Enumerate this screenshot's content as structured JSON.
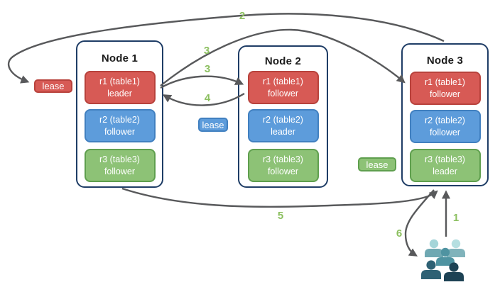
{
  "nodes": [
    {
      "title": "Node 1",
      "replicas": [
        {
          "label": "r1 (table1)",
          "role": "leader",
          "color": "red"
        },
        {
          "label": "r2 (table2)",
          "role": "follower",
          "color": "blue"
        },
        {
          "label": "r3 (table3)",
          "role": "follower",
          "color": "green"
        }
      ]
    },
    {
      "title": "Node 2",
      "replicas": [
        {
          "label": "r1 (table1)",
          "role": "follower",
          "color": "red"
        },
        {
          "label": "r2 (table2)",
          "role": "leader",
          "color": "blue"
        },
        {
          "label": "r3 (table3)",
          "role": "follower",
          "color": "green"
        }
      ]
    },
    {
      "title": "Node 3",
      "replicas": [
        {
          "label": "r1 (table1)",
          "role": "follower",
          "color": "red"
        },
        {
          "label": "r2 (table2)",
          "role": "follower",
          "color": "blue"
        },
        {
          "label": "r3 (table3)",
          "role": "leader",
          "color": "green"
        }
      ]
    }
  ],
  "leases": [
    {
      "label": "lease",
      "color": "red"
    },
    {
      "label": "lease",
      "color": "blue"
    },
    {
      "label": "lease",
      "color": "green"
    }
  ],
  "steps": {
    "s1": "1",
    "s2": "2",
    "s3a": "3",
    "s3b": "3",
    "s4": "4",
    "s5": "5",
    "s6": "6"
  },
  "icons": {
    "user_group": "five-person-silhouette-group"
  },
  "colors": {
    "red_fill": "#d75a55",
    "red_border": "#b8423c",
    "blue_fill": "#5d9cdb",
    "blue_border": "#4180c0",
    "green_fill": "#8dc276",
    "green_border": "#5f9f4e",
    "node_border": "#1f3d66",
    "arrow": "#58595b",
    "step_label": "#8cc060",
    "user_light_head": "#a4d5d9",
    "user_light_body": "#6fa8b2",
    "user_light2_head": "#b5dfe1",
    "user_light2_body": "#80b3bb",
    "user_mid": "#4f93a1",
    "user_dark": "#2e6174",
    "user_darkest": "#1d4254"
  }
}
